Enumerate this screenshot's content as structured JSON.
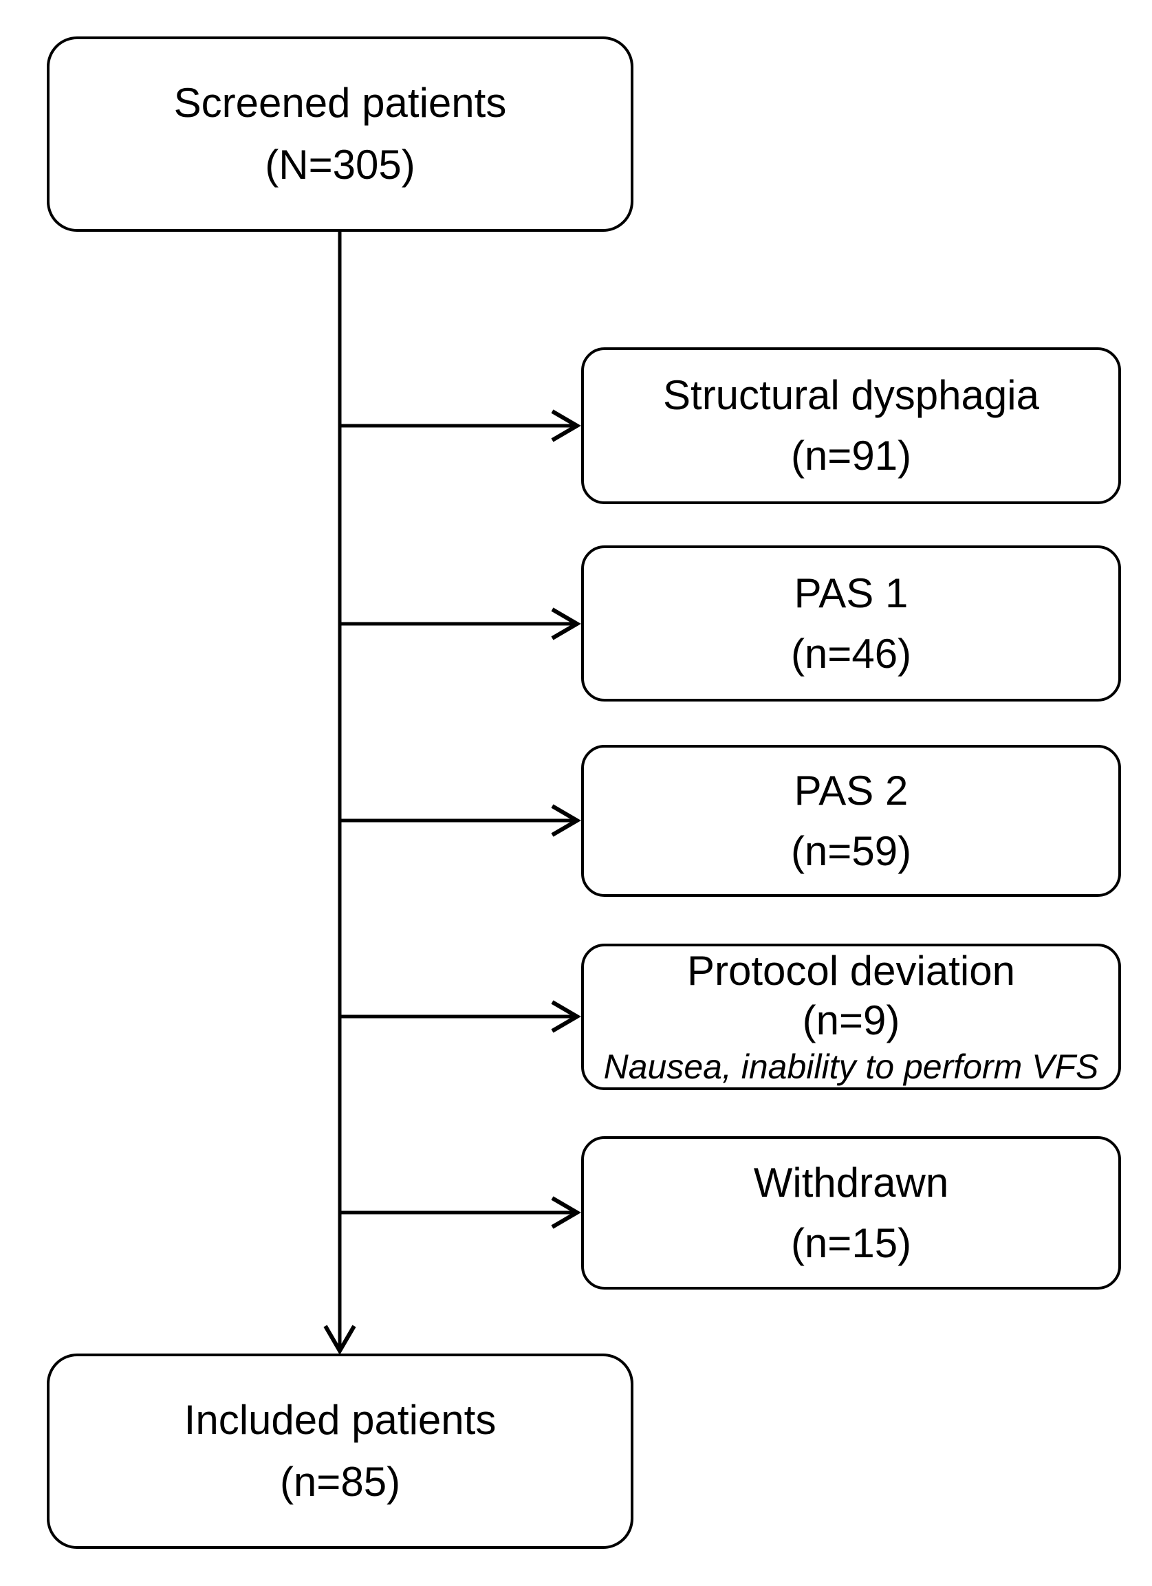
{
  "diagram": {
    "type": "flowchart",
    "colors": {
      "border": "#000000",
      "background": "#ffffff",
      "text": "#000000"
    },
    "nodes": {
      "screened": {
        "label": "Screened patients",
        "count": "(N=305)"
      },
      "structural": {
        "label": "Structural dysphagia",
        "count": "(n=91)"
      },
      "pas1": {
        "label": "PAS 1",
        "count": "(n=46)"
      },
      "pas2": {
        "label": "PAS 2",
        "count": "(n=59)"
      },
      "protocol": {
        "label": "Protocol deviation",
        "count": "(n=9)",
        "note": "Nausea, inability to perform VFS"
      },
      "withdrawn": {
        "label": "Withdrawn",
        "count": "(n=15)"
      },
      "included": {
        "label": "Included patients",
        "count": "(n=85)"
      }
    }
  }
}
